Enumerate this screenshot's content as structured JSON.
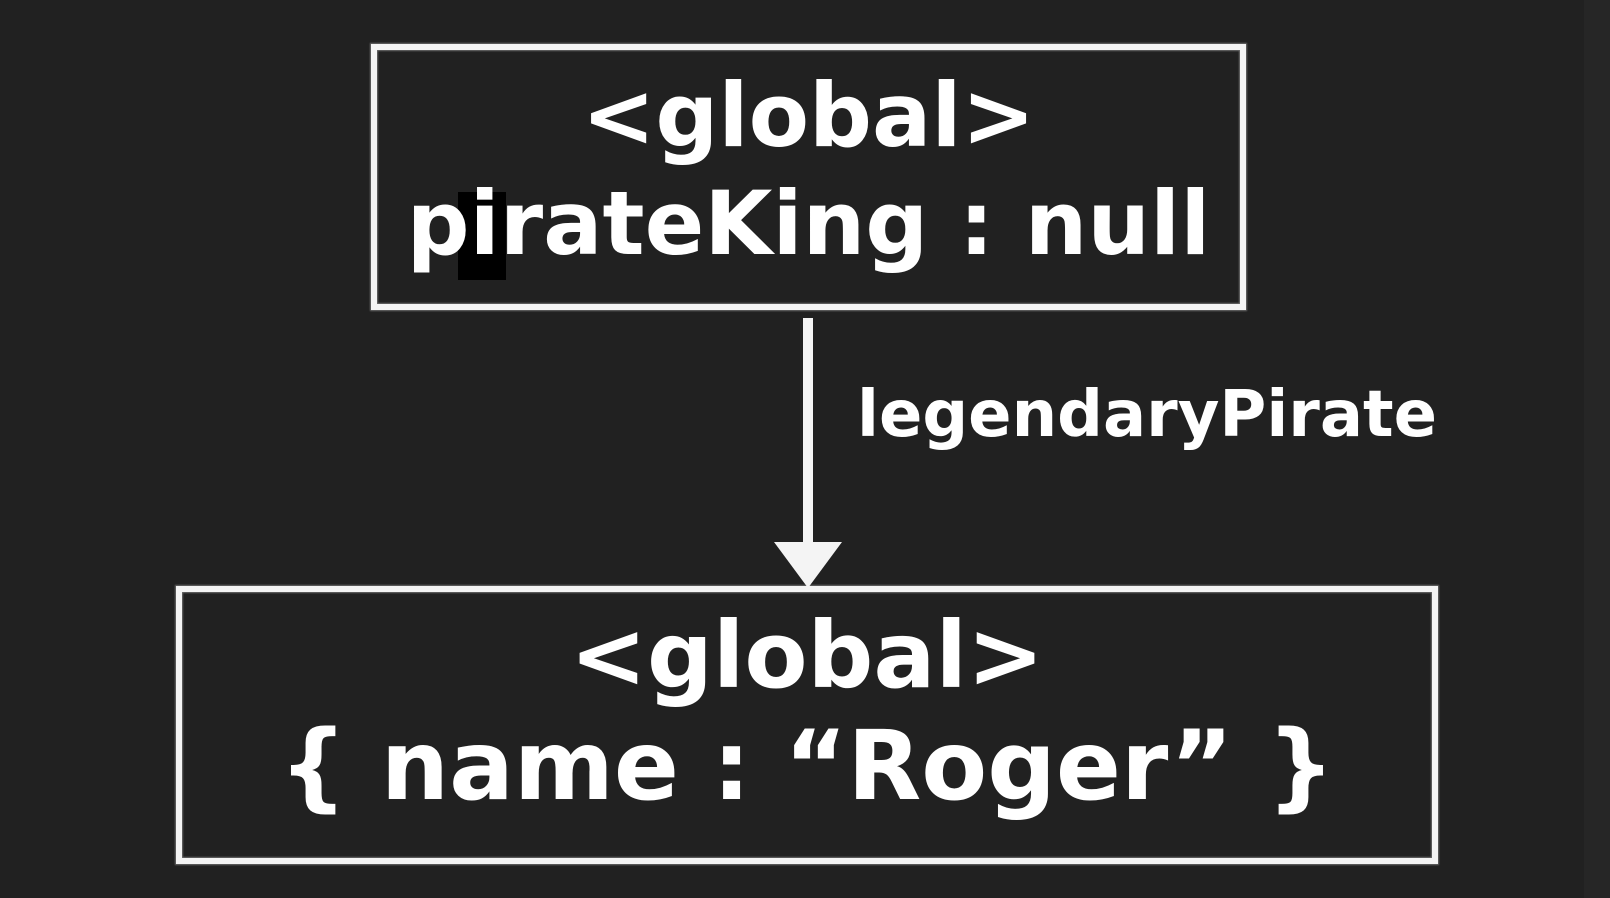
{
  "diagram": {
    "top_box": {
      "title": "<global>",
      "body": "pirateKing : null"
    },
    "arrow": {
      "label": "legendaryPirate"
    },
    "bottom_box": {
      "title": "<global>",
      "body": "{ name : “Roger” }"
    }
  },
  "colors": {
    "background": "#212121",
    "foreground": "#ffffff",
    "cursor": "#000000"
  }
}
